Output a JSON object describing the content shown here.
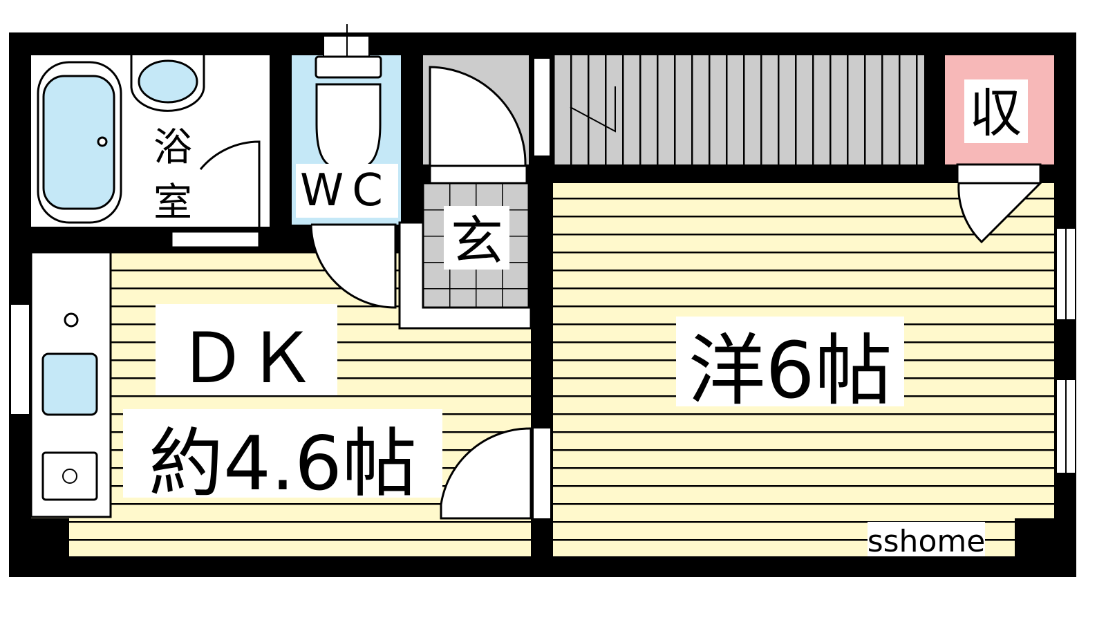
{
  "rooms": {
    "bath": {
      "label_1": "浴",
      "label_2": "室"
    },
    "wc": {
      "label": "WC"
    },
    "entrance": {
      "label": "玄"
    },
    "storage": {
      "label": "収"
    },
    "dk": {
      "label": "ＤＫ",
      "size": "約4.6帖"
    },
    "western": {
      "label": "洋6帖"
    }
  },
  "watermark": "sshome",
  "colors": {
    "wall": "#000000",
    "floor": "#fff9cc",
    "water": "#c5e8f7",
    "tile": "#cccccc",
    "storage": "#f7b8b8"
  }
}
